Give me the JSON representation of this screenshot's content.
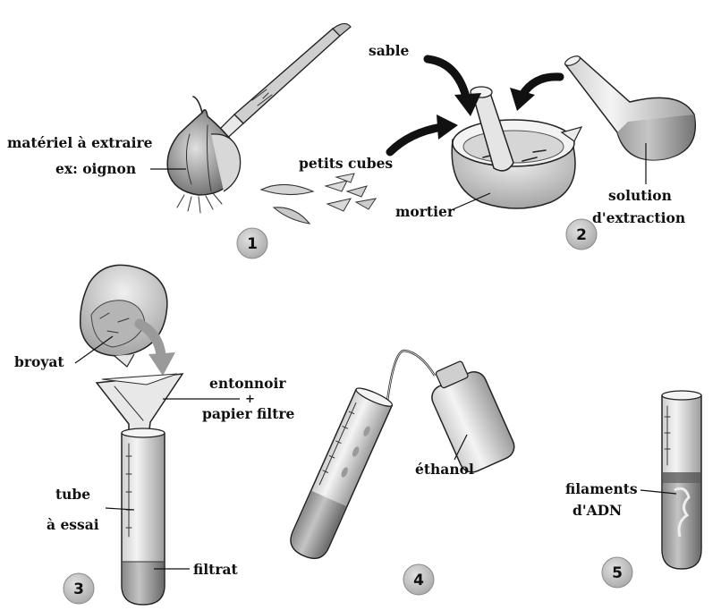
{
  "labels": {
    "material": "matériel à extraire",
    "example": "ex: oignon",
    "sand": "sable",
    "cubes": "petits cubes",
    "mortar": "mortier",
    "solution": "solution",
    "extraction": "d'extraction",
    "grind": "broyat",
    "funnel": "entonnoir",
    "plus": "+",
    "filter_paper": "papier filtre",
    "tube": "tube",
    "test": "à essai",
    "filtrate": "filtrat",
    "ethanol": "éthanol",
    "filaments": "filaments",
    "dna": "d'ADN"
  },
  "steps": [
    "1",
    "2",
    "3",
    "4",
    "5"
  ],
  "colors": {
    "ink": "#222222",
    "grey_dark": "#6f6f6f",
    "grey_mid": "#a8a8a8",
    "grey_light": "#dcdcdc",
    "badge": "#c8c8c8"
  }
}
